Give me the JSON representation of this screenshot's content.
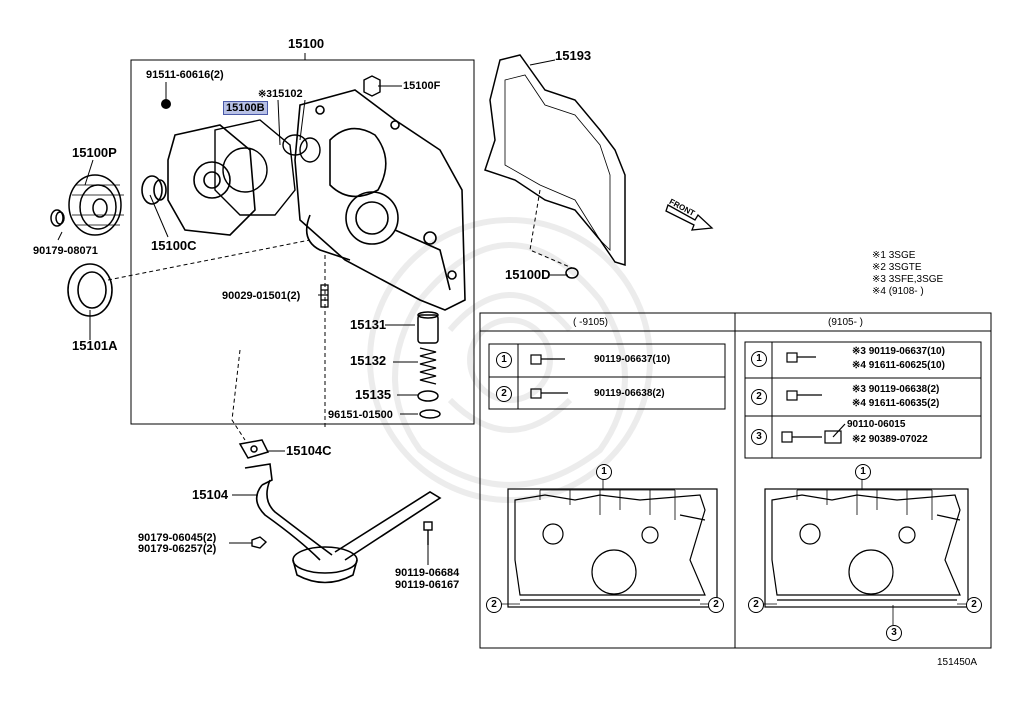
{
  "diagram_id": "151450A",
  "main_group": {
    "label": "15100"
  },
  "parts": {
    "p15100F": "15100F",
    "p91511": "91511-60616(2)",
    "p15100B": "15100B",
    "p15102_mark": "※3",
    "p15102": "15102",
    "p15100P": "15100P",
    "p90179_08071": "90179-08071",
    "p15100C": "15100C",
    "p15101A": "15101A",
    "p90029": "90029-01501(2)",
    "p15131": "15131",
    "p15132": "15132",
    "p15135": "15135",
    "p96151": "96151-01500",
    "p15104C": "15104C",
    "p15104": "15104",
    "p90179_06045": "90179-06045(2)",
    "p90179_06257": "90179-06257(2)",
    "p90119_06684": "90119-06684",
    "p90119_06167": "90119-06167",
    "p15193": "15193",
    "p15100D": "15100D",
    "front": "FRONT"
  },
  "notes": [
    "※1 3SGE",
    "※2 3SGTE",
    "※3 3SFE,3SGE",
    "※4 (9108-      )"
  ],
  "table": {
    "left_header": "(      -9105)",
    "right_header": "(9105-      )",
    "left_rows": [
      {
        "num": "1",
        "text": "90119-06637(10)"
      },
      {
        "num": "2",
        "text": "90119-06638(2)"
      }
    ],
    "right_rows": [
      {
        "num": "1",
        "line1": "※3 90119-06637(10)",
        "line2": "※4 91611-60625(10)"
      },
      {
        "num": "2",
        "line1": "※3 90119-06638(2)",
        "line2": "※4 91611-60635(2)"
      },
      {
        "num": "3",
        "line1": "90110-06015",
        "line2": "※2 90389-07022"
      }
    ],
    "callouts": {
      "one": "1",
      "two": "2",
      "three": "3"
    }
  }
}
